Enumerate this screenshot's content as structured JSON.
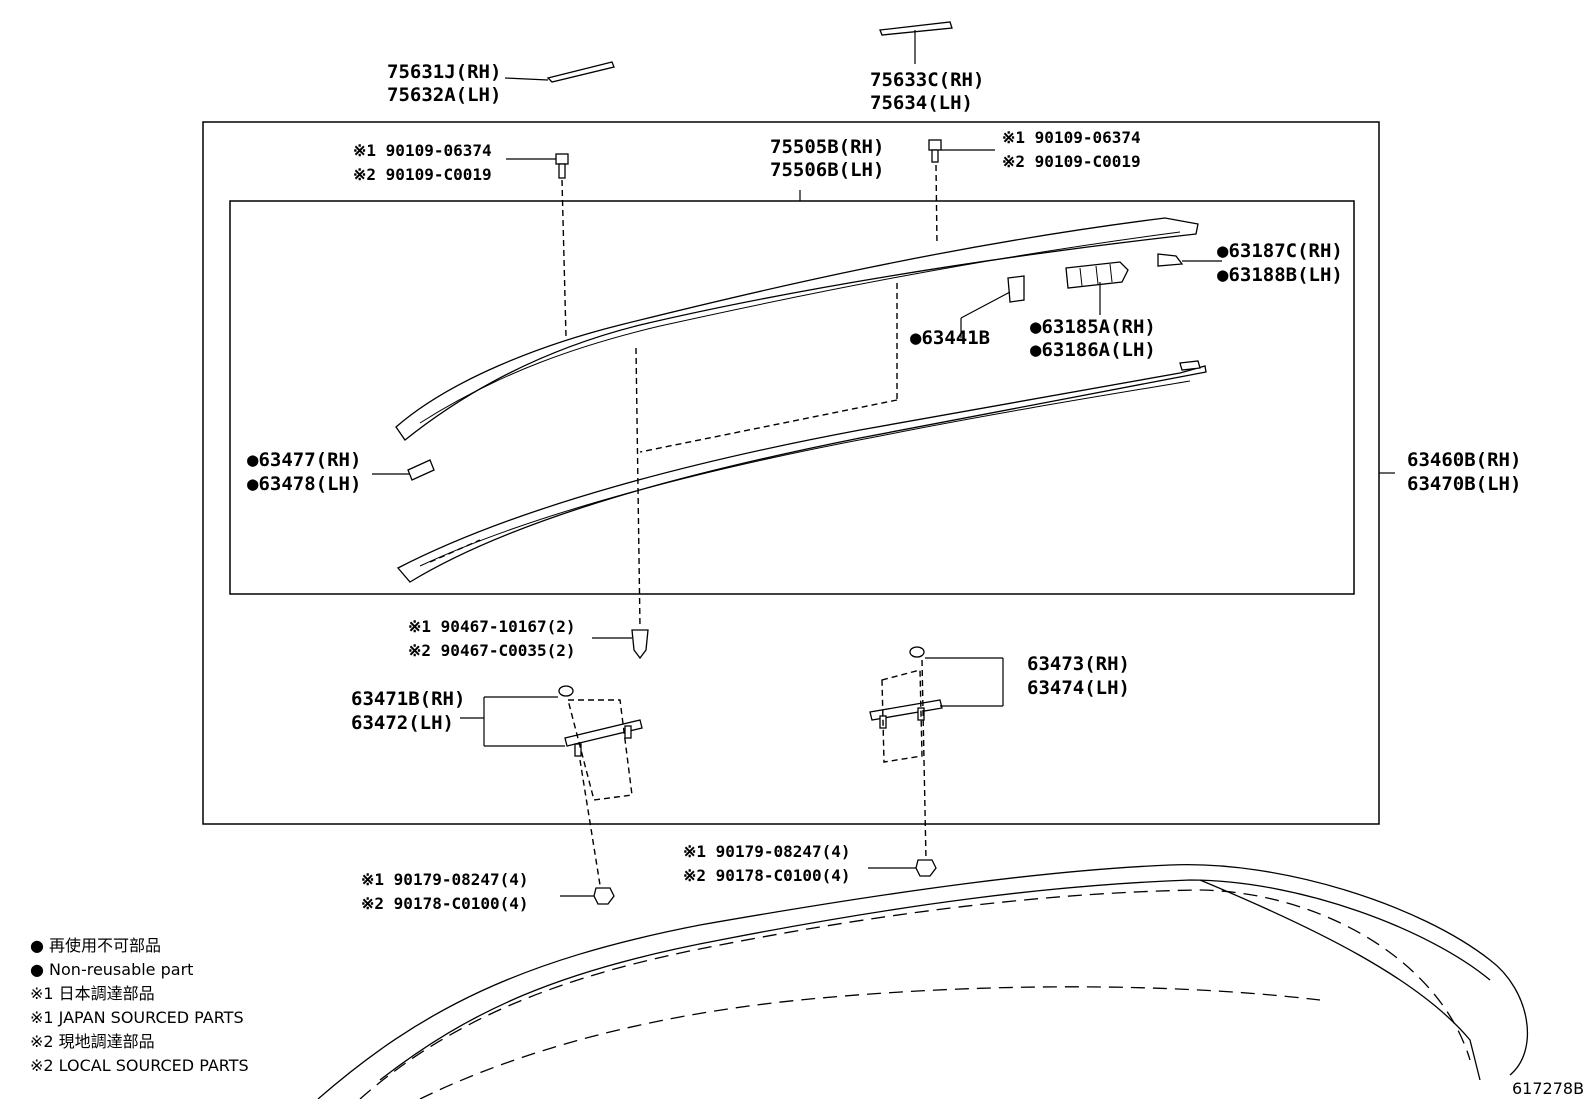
{
  "diagram_id": "617278B",
  "labels": {
    "molding_end_front": [
      "75631J(RH)",
      "75632A(LH)"
    ],
    "molding_end_rear": [
      "75633C(RH)",
      "75634(LH)"
    ],
    "screw_left": [
      "※1 90109-06374",
      "※2 90109-C0019"
    ],
    "screw_right": [
      "※1 90109-06374",
      "※2 90109-C0019"
    ],
    "rail": [
      "75505B(RH)",
      "75506B(LH)"
    ],
    "cover_rear": [
      "●63187C(RH)",
      "●63188B(LH)"
    ],
    "clip_small": [
      "●63441B"
    ],
    "clip_block": [
      "●63185A(RH)",
      "●63186A(LH)"
    ],
    "cover_front": [
      "●63477(RH)",
      "●63478(LH)"
    ],
    "assembly": [
      "63460B(RH)",
      "63470B(LH)"
    ],
    "clip_pin": [
      "※1 90467-10167(2)",
      "※2 90467-C0035(2)"
    ],
    "bracket_left": [
      "63471B(RH)",
      "63472(LH)"
    ],
    "bracket_right": [
      "63473(RH)",
      "63474(LH)"
    ],
    "nut_left": [
      "※1 90179-08247(4)",
      "※2 90178-C0100(4)"
    ],
    "nut_right": [
      "※1 90179-08247(4)",
      "※2 90178-C0100(4)"
    ]
  },
  "legend": [
    "● 再使用不可部品",
    "● Non-reusable part",
    "※1 日本調達部品",
    "※1 JAPAN SOURCED PARTS",
    "※2 現地調達部品",
    "※2 LOCAL SOURCED PARTS"
  ]
}
